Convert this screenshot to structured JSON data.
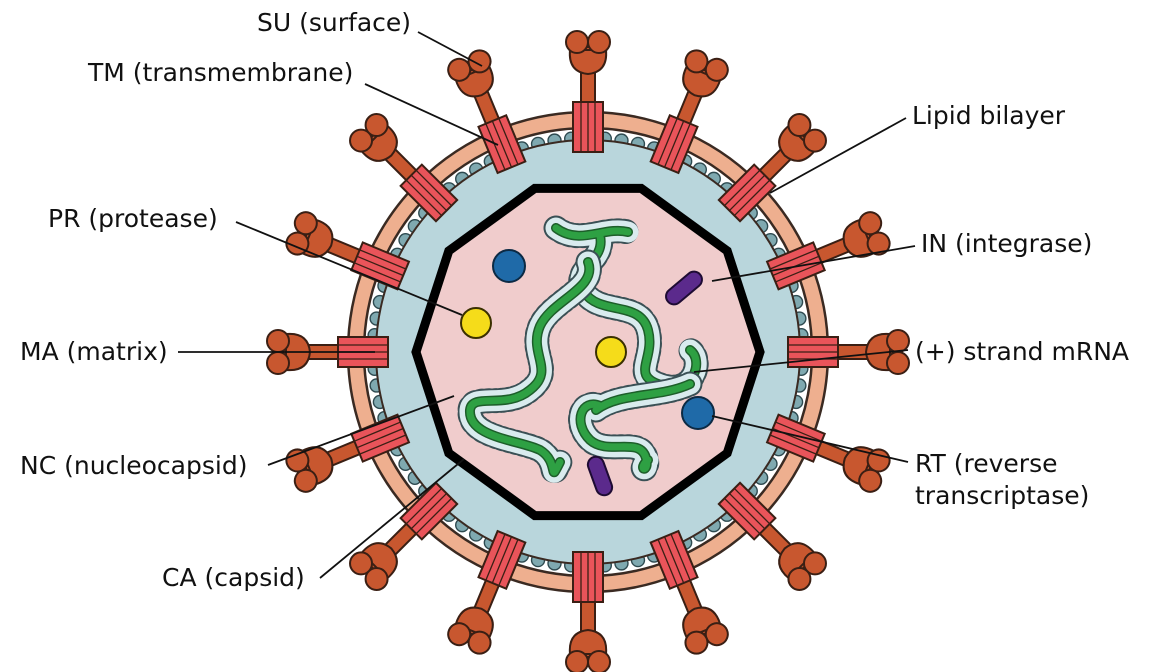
{
  "labels": {
    "su": "SU (surface)",
    "tm": "TM (transmembrane)",
    "pr": "PR (protease)",
    "ma": "MA (matrix)",
    "nc": "NC (nucleocapsid)",
    "ca": "CA (capsid)",
    "lipid": "Lipid bilayer",
    "in": "IN (integrase)",
    "mrna": "(+) strand mRNA",
    "rt": "RT (reverse transcriptase)"
  },
  "colors": {
    "lipid_ring": "#eeaf8f",
    "lipid_border": "#3a2a22",
    "matrix_fill": "#b9d6dc",
    "matrix_bead": "#7fa9b0",
    "capsid_outline": "#000000",
    "capsid_interior": "#f0cccc",
    "su_glycoprotein": "#c8572f",
    "tm_protein": "#e9545a",
    "rna_strand": "#2ea043",
    "rna_halo": "#d9ebee",
    "protease": "#f5dc1a",
    "reverse_transcriptase": "#1f6aa8",
    "integrase": "#5b2a8c"
  },
  "icons": {
    "protease": "yellow-circle",
    "reverse_transcriptase": "blue-circle",
    "integrase": "purple-pill"
  }
}
